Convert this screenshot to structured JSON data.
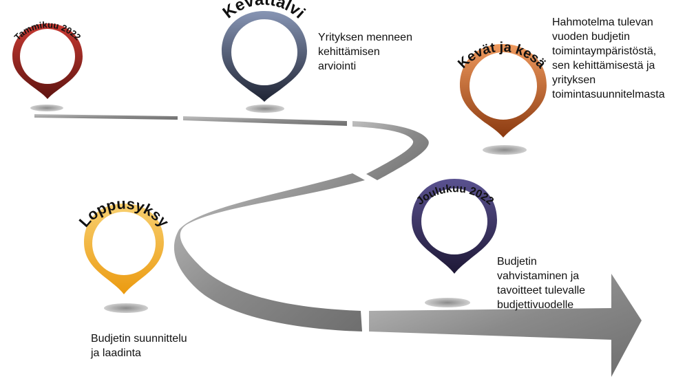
{
  "milestones": [
    {
      "label": "Tammikuu 2022",
      "color": "#a8302c",
      "dark": "#5e1410",
      "description": ""
    },
    {
      "label": "Kevättalvi",
      "color": "#7d8aa8",
      "dark": "#1f2434",
      "description": "Yrityksen menneen kehittämisen arviointi"
    },
    {
      "label": "Kevät ja kesä",
      "color": "#e0874a",
      "dark": "#8b3a10",
      "description": "Hahmotelma tulevan vuoden budjetin toimintaympäristöstä, sen kehittämisestä ja yrityksen toimintasuunnitelmasta"
    },
    {
      "label": "Loppusyksy",
      "color": "#f3c450",
      "dark": "#e89c14",
      "description": "Budjetin suunnittelu ja laadinta"
    },
    {
      "label": "Joulukuu 2022",
      "color": "#4f4780",
      "dark": "#1e1836",
      "description": "Budjetin vahvistaminen ja tavoitteet tulevalle budjettivuodelle"
    }
  ],
  "descriptions_lines": {
    "kevattalvi": [
      "Yrityksen menneen",
      "kehittämisen",
      "arviointi"
    ],
    "kevat_ja_kesa": [
      "Hahmotelma tulevan",
      "vuoden budjetin",
      "toimintaympäristöstä,",
      "sen kehittämisestä ja",
      "yrityksen",
      "toimintasuunnitelmasta"
    ],
    "loppusyksy": [
      "Budjetin suunnittelu",
      "ja laadinta"
    ],
    "joulukuu": [
      "Budjetin",
      "vahvistaminen ja",
      "tavoitteet tulevalle",
      "budjettivuodelle"
    ]
  },
  "road_color": "#8c8c8c"
}
